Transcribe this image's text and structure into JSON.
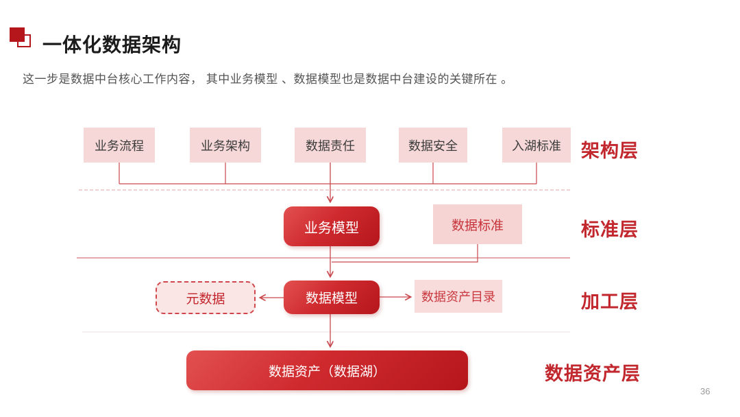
{
  "slide": {
    "title": "一体化数据架构",
    "subtitle": "这一步是数据中台核心工作内容，  其中业务模型 、数据模型也是数据中台建设的关键所在 。",
    "page_number": "36"
  },
  "diagram": {
    "layer_labels": [
      "架构层",
      "标准层",
      "加工层",
      "数据资产层"
    ],
    "architecture_layer": {
      "boxes": [
        "业务流程",
        "业务架构",
        "数据责任",
        "数据安全",
        "入湖标准"
      ]
    },
    "standard_layer": {
      "business_model": "业务模型",
      "data_standard": "数据标准"
    },
    "processing_layer": {
      "metadata": "元数据",
      "data_model": "数据模型",
      "data_asset_catalog": "数据资产目录"
    },
    "data_asset_layer": {
      "data_asset_lake": "数据资产（数据湖）"
    }
  },
  "colors": {
    "accent_red": "#c1272d",
    "red_box_gradient_start": "#e2504f",
    "red_box_gradient_end": "#b5161c",
    "pink_box_fill": "#f6d8d8",
    "pink_box_dark_text": "#3c3c3c",
    "pink_box_red_text": "#c7333a",
    "connector_line": "#c9474c",
    "title_text": "#1b1b1b",
    "subtitle_text": "#545454"
  }
}
